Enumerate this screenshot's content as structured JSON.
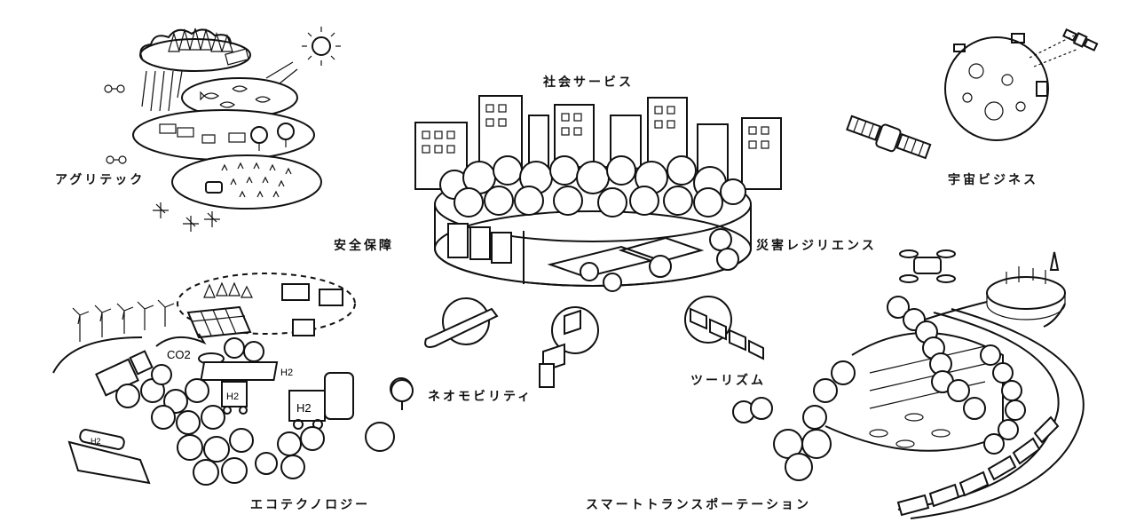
{
  "labels": {
    "social_services": "社会サービス",
    "agritech": "アグリテック",
    "space_business": "宇宙ビジネス",
    "security": "安全保障",
    "disaster_resilience": "災害レジリエンス",
    "neo_mobility": "ネオモビリティ",
    "tourism": "ツーリズム",
    "eco_technology": "エコテクノロジー",
    "smart_transportation": "スマートトランスポーテーション"
  },
  "inline_text": {
    "co2": "CO2",
    "h2": "H2"
  }
}
